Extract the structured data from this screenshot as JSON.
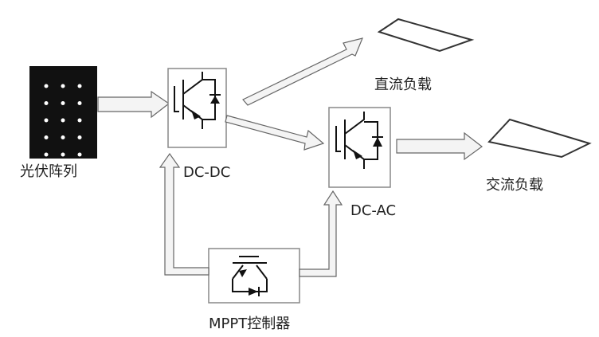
{
  "labels": {
    "pv_array": "光伏阵列",
    "dcdc": "DC-DC",
    "dcac": "DC-AC",
    "dc_load": "直流负载",
    "ac_load": "交流负载",
    "mppt": "MPPT控制器"
  },
  "colors": {
    "ink": "#111111",
    "arrow_fill": "#f4f4f4",
    "panel": "#111111"
  }
}
